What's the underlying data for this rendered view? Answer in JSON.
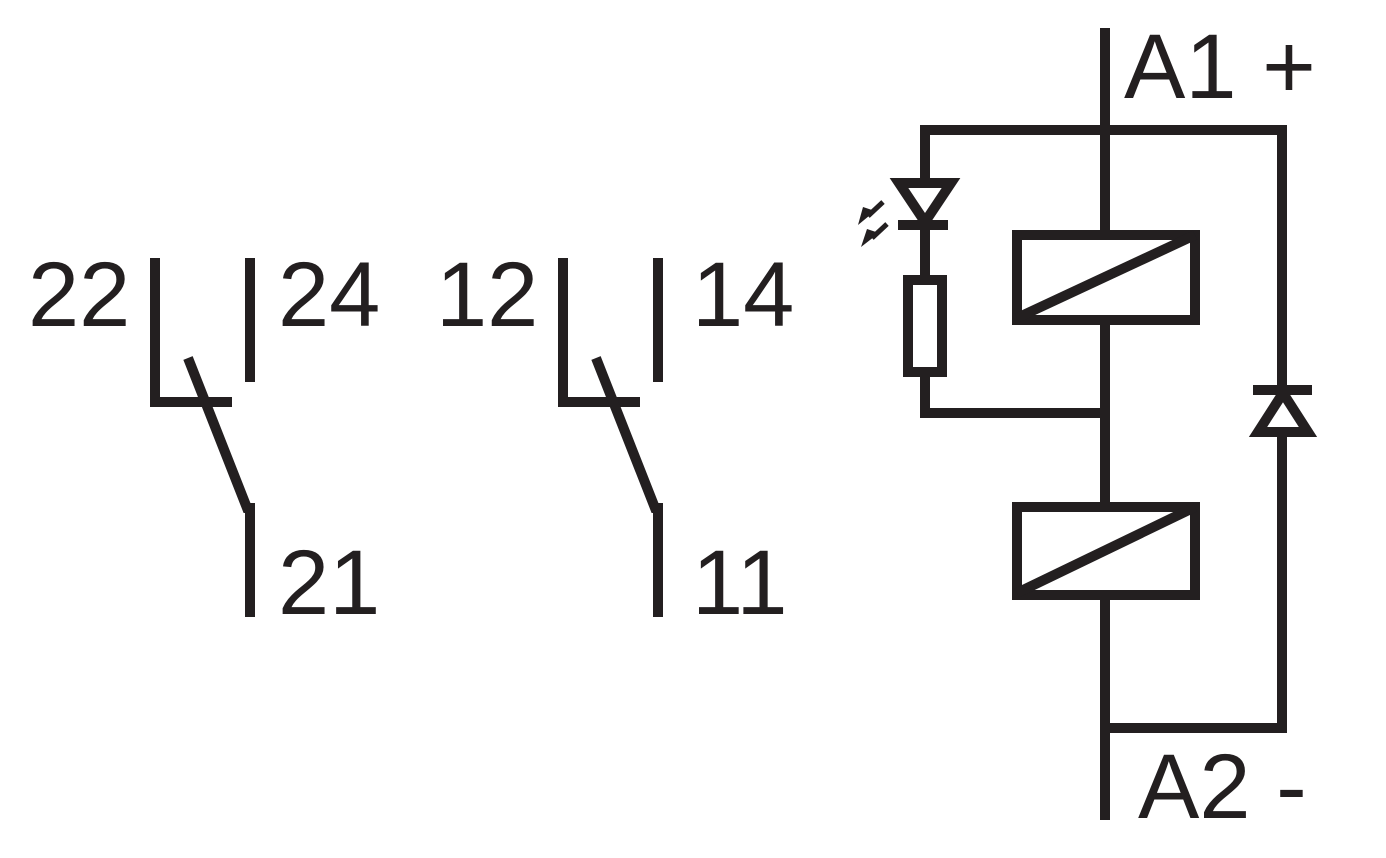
{
  "diagram": {
    "stroke_color": "#231f20",
    "contact1": {
      "nc_label": "22",
      "no_label": "24",
      "common_label": "21"
    },
    "contact2": {
      "nc_label": "12",
      "no_label": "14",
      "common_label": "11"
    },
    "supply": {
      "positive_label": "A1 +",
      "negative_label": "A2 -"
    }
  }
}
